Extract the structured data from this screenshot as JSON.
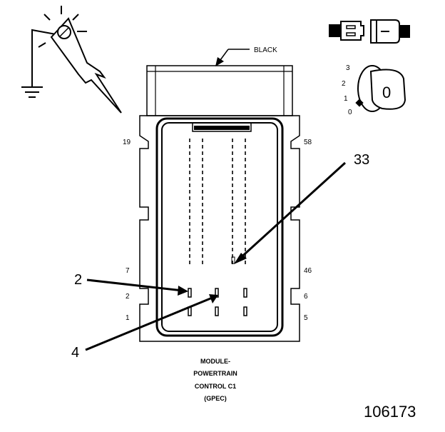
{
  "connector": {
    "color_label": "BLACK",
    "caption_lines": [
      "MODULE-",
      "POWERTRAIN",
      "CONTROL C1",
      "(GPEC)"
    ],
    "pin_labels": {
      "p19": "19",
      "p58": "58",
      "p7": "7",
      "p46": "46",
      "p2": "2",
      "p6": "6",
      "p1": "1",
      "p5": "5"
    }
  },
  "callouts": {
    "c2": "2",
    "c4": "4",
    "c33": "33"
  },
  "ignition": {
    "positions": [
      "3",
      "2",
      "1",
      "0"
    ],
    "key_label": "0"
  },
  "figure_number": "106173",
  "icons": {
    "probe": "test-probe-ground-icon",
    "connector": "disconnected-connector-icon",
    "ignition": "ignition-key-off-icon"
  }
}
